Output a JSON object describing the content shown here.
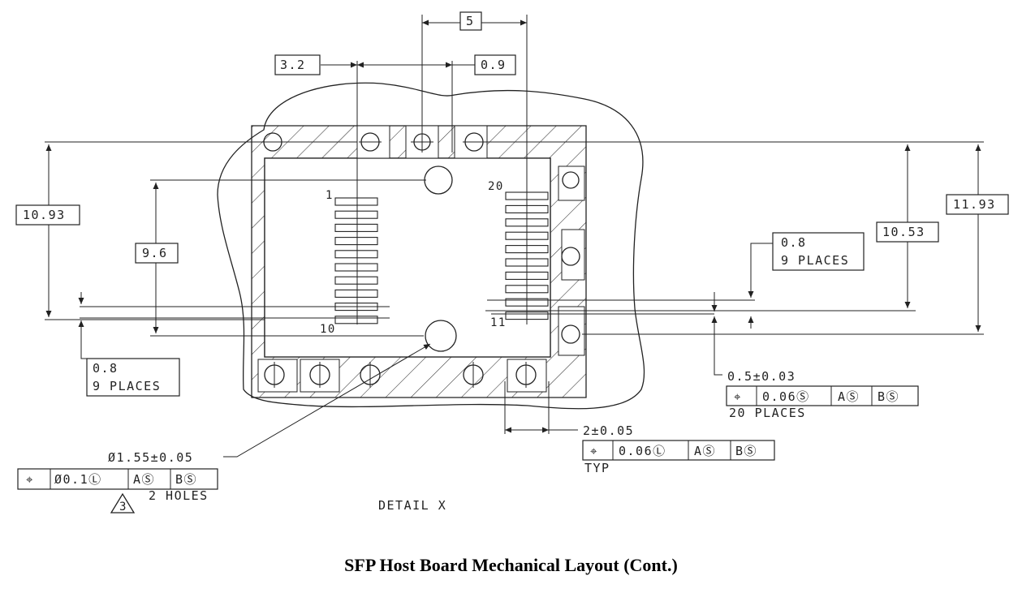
{
  "caption": "SFP Host Board Mechanical Layout (Cont.)",
  "detail_label": "DETAIL  X",
  "pin_labels": {
    "pin1": "1",
    "pin10": "10",
    "pin11": "11",
    "pin20": "20"
  },
  "dimensions": {
    "top_5": "5",
    "top_3_2": "3.2",
    "top_0_9": "0.9",
    "left_10_93": "10.93",
    "left_9_6": "9.6",
    "right_10_53": "10.53",
    "right_11_93": "11.93",
    "left_0_8": "0.8",
    "left_9_places": "9 PLACES",
    "right_0_8": "0.8",
    "right_9_places": "9 PLACES",
    "pad_width": "0.5±0.03",
    "pad_places": "20 PLACES",
    "pitch": "2±0.05",
    "pitch_typ": "TYP",
    "hole_dia": "Ø1.55±0.05",
    "holes_count": "2 HOLES",
    "note_ref": "3"
  },
  "tolerance_frames": {
    "pads": [
      "⌖",
      "0.06Ⓢ",
      "AⓈ",
      "BⓈ"
    ],
    "pitch": [
      "⌖",
      "0.06Ⓛ",
      "AⓈ",
      "BⓈ"
    ],
    "holes": [
      "⌖",
      "Ø0.1Ⓛ",
      "AⓈ",
      "BⓈ"
    ]
  }
}
